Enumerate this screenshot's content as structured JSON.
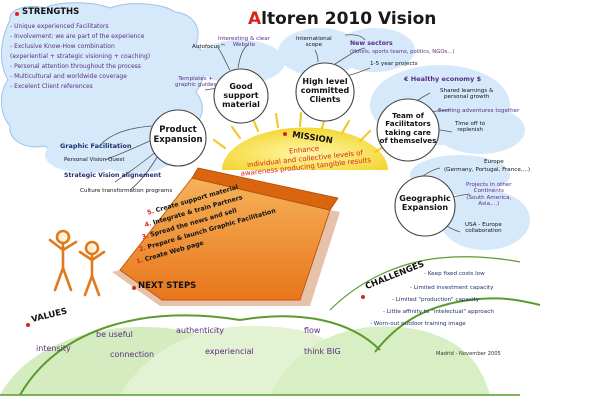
{
  "title": {
    "first_letter": "A",
    "rest": "ltoren 2010 Vision"
  },
  "strengths": {
    "heading": "STRENGTHS",
    "items": [
      "- Unique experienced Facilitators",
      "- Involvement: we are part of the experience",
      "- Exclusive Know-How combination",
      "  (experiential + strategic visioning + coaching)",
      "- Personal attention throughout the process",
      "- Multicultural and worldwide coverage",
      "- Excelent Client references"
    ]
  },
  "circles": {
    "product_expansion": "Product\nExpansion",
    "good_support": "Good\nsupport\nmaterial",
    "high_level": "High level\ncommitted\nClients",
    "team": "Team of\nFacilitators\ntaking care\nof themselves",
    "geographic": "Geographic\nExpansion"
  },
  "labels": {
    "autofocus": "Autofocus™",
    "templates": "Templates +\ngraphic guides",
    "interesting_web": "Interesting & clear\nWebsite",
    "international": "International\nscope",
    "new_sectors": "New sectors",
    "new_sectors_detail": "(Hotels, sports teams, politics, NGOs...)",
    "projects": "1-5 year projects",
    "healthy": "€ Healthy economy $",
    "shared": "Shared learnings &\npersonal growth",
    "exciting": "Exciting adventures together",
    "time_off": "Time off to\nreplenish",
    "europe": "Europe",
    "europe_detail": "(Germany, Portugal, France,...)",
    "projects_continents": "Projects in other\nContinents\n(South America,\nAsia,...)",
    "usa": "USA - Europe\ncollaboration",
    "graphic_facilitation": "Graphic Facilitation",
    "personal_vision": "Personal Vision Quest",
    "strategic_vision": "Strategic Vision alignement",
    "culture": "Culture transformation programs"
  },
  "mission": {
    "heading": "MISSION",
    "text": "Enhance\nindividual and collective levels of\nawareness producing tangible results"
  },
  "next_steps": {
    "heading": "NEXT STEPS",
    "steps": [
      {
        "num": "5.",
        "label": "Create support material"
      },
      {
        "num": "4.",
        "label": "Integrate & train Partners"
      },
      {
        "num": "3.",
        "label": "Spread the news and sell"
      },
      {
        "num": "2.",
        "label": "Prepare & launch Graphic Facilitation"
      },
      {
        "num": "1.",
        "label": "Create Web page"
      }
    ]
  },
  "challenges": {
    "heading": "CHALLENGES",
    "items": [
      "- Keep fixed costs low",
      "- Limited investment capacity",
      "- Limited \"production\" capacity",
      "- Little affinity to \"intelectual\" approach",
      "- Worn-out outdoor training image"
    ]
  },
  "values": {
    "heading": "VALUES",
    "items": [
      "intensity",
      "be useful",
      "connection",
      "authenticity",
      "experiencial",
      "flow",
      "think BIG"
    ]
  },
  "footer": "Madrid  -  November 2005",
  "colors": {
    "red": "#d8261d",
    "purple": "#5a2d82",
    "navy": "#1f2d6e",
    "green": "#5c9a2c",
    "orange": "#f08a24",
    "sun_yellow": "#f6e24a",
    "cloud_blue": "#cfe6fb"
  }
}
